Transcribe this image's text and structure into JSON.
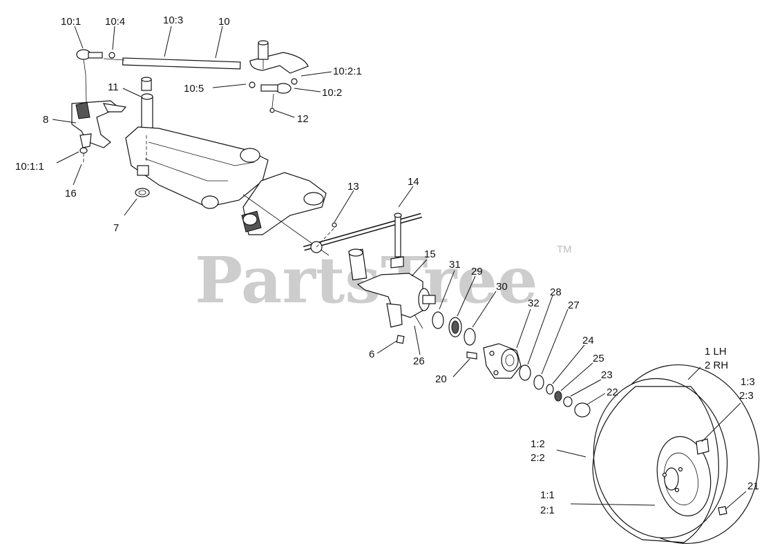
{
  "watermark": {
    "text": "PartsTree",
    "mark": "TM"
  },
  "callouts": {
    "c10_1": "10:1",
    "c10_4": "10:4",
    "c10_3": "10:3",
    "c10": "10",
    "c10_2_1": "10:2:1",
    "c10_5": "10:5",
    "c10_2": "10:2",
    "c11": "11",
    "c12": "12",
    "c8": "8",
    "c10_1_1": "10:1:1",
    "c16": "16",
    "c7": "7",
    "c13": "13",
    "c14": "14",
    "c15": "15",
    "c31": "31",
    "c29": "29",
    "c30": "30",
    "c32": "32",
    "c28": "28",
    "c27": "27",
    "c24": "24",
    "c25": "25",
    "c23": "23",
    "c22": "22",
    "c6": "6",
    "c26": "26",
    "c20": "20",
    "c1lh": "1 LH",
    "c2rh": "2 RH",
    "c1_3": "1:3",
    "c2_3": "2:3",
    "c1_2": "1:2",
    "c2_2": "2:2",
    "c1_1": "1:1",
    "c2_1": "2:1",
    "c21": "21"
  }
}
